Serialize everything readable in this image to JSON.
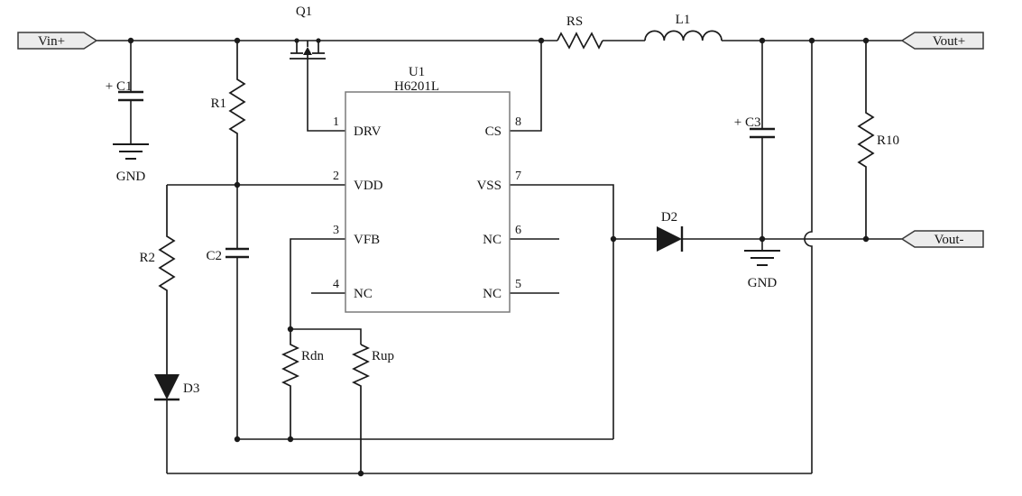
{
  "meta": {
    "type": "circuit-schematic",
    "background": "#ffffff"
  },
  "colors": {
    "wire": "#1a1a1a",
    "ic_border": "#7a7a7a",
    "terminal_fill": "#ececec",
    "terminal_border": "#3a3a3a",
    "text": "#151515"
  },
  "terminals": {
    "vin_plus": "Vin+",
    "vout_plus": "Vout+",
    "vout_minus": "Vout-"
  },
  "ic": {
    "ref": "U1",
    "part": "H6201L",
    "pins": {
      "p1": {
        "num": "1",
        "name": "DRV"
      },
      "p2": {
        "num": "2",
        "name": "VDD"
      },
      "p3": {
        "num": "3",
        "name": "VFB"
      },
      "p4": {
        "num": "4",
        "name": "NC"
      },
      "p5": {
        "num": "5",
        "name": "NC"
      },
      "p6": {
        "num": "6",
        "name": "NC"
      },
      "p7": {
        "num": "7",
        "name": "VSS"
      },
      "p8": {
        "num": "8",
        "name": "CS"
      }
    }
  },
  "components": {
    "q1": "Q1",
    "c1": {
      "polarity": "+",
      "ref": "C1"
    },
    "c2": "C2",
    "c3": {
      "polarity": "+",
      "ref": "C3"
    },
    "r1": "R1",
    "r2": "R2",
    "r10": "R10",
    "rs": "RS",
    "rdn": "Rdn",
    "rup": "Rup",
    "l1": "L1",
    "d2": "D2",
    "d3": "D3"
  },
  "labels": {
    "gnd": "GND"
  }
}
